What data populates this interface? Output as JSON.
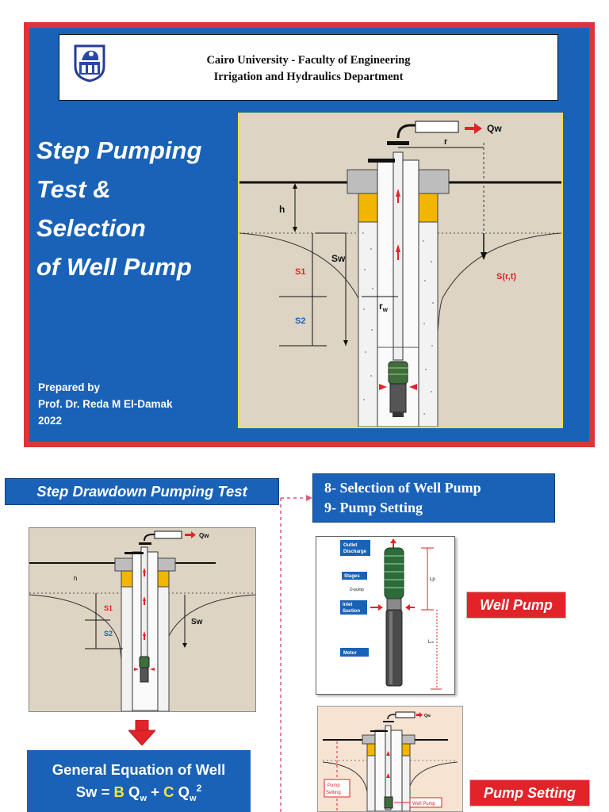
{
  "header": {
    "line1": "Cairo University  -  Faculty of Engineering",
    "line2": "Irrigation and Hydraulics Department"
  },
  "title_lines": [
    "Step Pumping",
    "Test &",
    "Selection",
    "of Well Pump"
  ],
  "prepared": {
    "label": "Prepared by",
    "author": "Prof. Dr. Reda M El-Damak",
    "year": "2022"
  },
  "diagram_main": {
    "qw": "Qw",
    "r": "r",
    "h": "h",
    "sw": "Sw",
    "s1": "S1",
    "s2": "S2",
    "rw": "r",
    "rw_sub": "w",
    "srt": "S(r,t)"
  },
  "step_test": {
    "label": "Step Drawdown Pumping Test",
    "diagram": {
      "qw": "Qw",
      "h": "h",
      "s1": "S1",
      "s2": "S2",
      "sw": "Sw"
    }
  },
  "equation": {
    "title": "General Equation of Well",
    "lhs": "Sw = ",
    "b": "B",
    "q1": " Q",
    "w1": "w",
    "plus": " + ",
    "c": "C",
    "q2": " Q",
    "w2": "w",
    "exp": "2"
  },
  "selection": {
    "item8": "8-  Selection of Well Pump",
    "item9": "9- Pump Setting"
  },
  "pump_photo": {
    "outlet": "Outlet",
    "discharge": "Discharge",
    "stages": "Stages",
    "dpump": "D-pump",
    "inlet": "Inlet",
    "suction": "Suction",
    "motor": "Motor",
    "lp": "Lp",
    "lm": "Lₘ"
  },
  "well_pump_label": "Well Pump",
  "pump_setting_label": "Pump Setting",
  "setting_diagram": {
    "qw": "Qw",
    "pump": "Pump",
    "setting": "Setting",
    "well_pump": "Well Pump"
  },
  "colors": {
    "slide_blue": "#1a62b7",
    "slide_red": "#d9363b",
    "diagram_bg": "#ddd4c3",
    "accent_red": "#e2232a",
    "equation_yellow": "#f4e63a"
  }
}
